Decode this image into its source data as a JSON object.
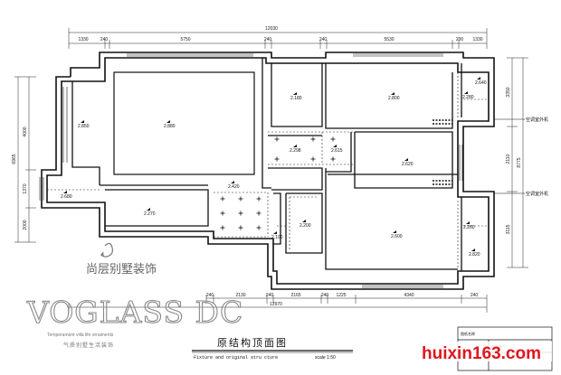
{
  "dimensions": {
    "total_top": "12030",
    "total_bottom": "12970",
    "top": [
      "1330",
      "240",
      "5750",
      "240",
      "240",
      "5530",
      "200",
      "1330"
    ],
    "bottom": [
      "240",
      "2130",
      "240",
      "2165",
      "240",
      "1225",
      "4340",
      "240"
    ],
    "left_outer": [
      "4000",
      "1370",
      "2000"
    ],
    "left_total": "6965",
    "right_outer": [
      "3350",
      "2110",
      "3115"
    ],
    "right_total": "8775"
  },
  "rooms": [
    "2.850",
    "2.880",
    "2.180",
    "2.800",
    "2.640",
    "2.280",
    "2.298",
    "2.615",
    "2.620",
    "2.680",
    "2.270",
    "2.420",
    "2.200",
    "2.100",
    "2.600",
    "2.260",
    "2.820"
  ],
  "notes": {
    "ac_upper": "空调室外机",
    "ac_lower": "空调室外机"
  },
  "title": {
    "cn": "原结构顶面图",
    "en": "Fixture and original stru cture",
    "scale": "scale 1:50"
  },
  "brand": {
    "cn": "尚层别墅装饰",
    "en": "VOGLASS DC",
    "sub": "Temperament villa life ornaments",
    "sub2": "气质别墅生活装饰"
  },
  "titleblock": {
    "row1": "图纸名称",
    "row2": "图号编号"
  },
  "watermark": "huixin163.com"
}
